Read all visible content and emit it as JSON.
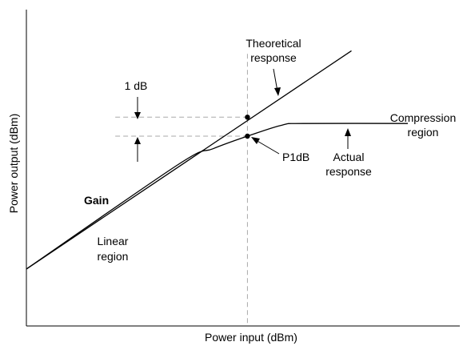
{
  "chart_data": {
    "type": "line",
    "xlabel": "Power input (dBm)",
    "ylabel": "Power output (dBm)",
    "grid": false,
    "legend": "none",
    "xlim": [
      0,
      100
    ],
    "ylim": [
      0,
      100
    ],
    "series": [
      {
        "values": [
          [
            0,
            18
          ],
          [
            75,
            87
          ]
        ]
      },
      {
        "values": [
          [
            0,
            18
          ],
          [
            35,
            51
          ],
          [
            43,
            56
          ],
          [
            51,
            60
          ],
          [
            59,
            63.5
          ],
          [
            64,
            64
          ],
          [
            88,
            64
          ]
        ]
      }
    ],
    "markers": [
      {
        "x": 51,
        "y": 66
      },
      {
        "x": 51,
        "y": 60
      }
    ],
    "reference_lines": {
      "vertical_x": 51,
      "horizontal_y": [
        66,
        60
      ]
    },
    "annotations": {
      "theoretical": [
        "Theoretical",
        "response"
      ],
      "actual": [
        "Actual",
        "response"
      ],
      "compression": [
        "Compression",
        "region"
      ],
      "linear": [
        "Linear",
        "region"
      ],
      "gain": "Gain",
      "p1db": "P1dB",
      "one_db": "1 dB"
    },
    "colors": {
      "line": "#000000",
      "guide": "#aaaaaa"
    }
  }
}
